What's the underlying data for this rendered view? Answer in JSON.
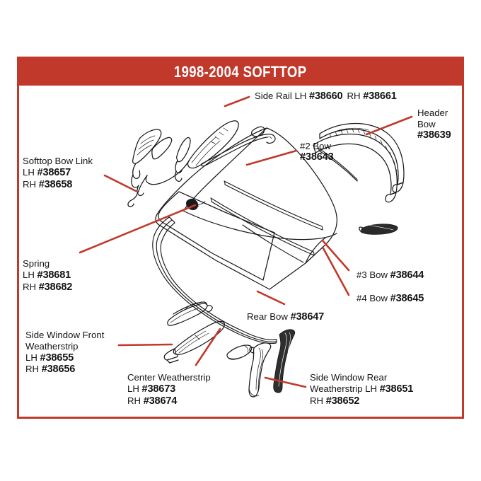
{
  "header": {
    "title": "1998-2004 SOFTTOP",
    "banner_color": "#c0392b",
    "frame_color": "#c0392b"
  },
  "diagram": {
    "leader_line_color": "#c0392b",
    "line_art_color": "#1a1a1a",
    "kind": "exploded parts diagram",
    "subject": "Convertible softtop assembly"
  },
  "labels": [
    {
      "id": "side-rail",
      "name": "Side Rail",
      "lines": [
        {
          "text": "Side Rail LH ",
          "pn": "#38660",
          "text2": "  RH ",
          "pn2": "#38661"
        }
      ]
    },
    {
      "id": "header-bow",
      "name": "Header Bow",
      "lines": [
        {
          "text": "Header"
        },
        {
          "text": "Bow"
        },
        {
          "pn": "#38639"
        }
      ]
    },
    {
      "id": "bow-2",
      "name": "#2 Bow",
      "lines": [
        {
          "text": "#2 Bow"
        },
        {
          "pn": "#38643"
        }
      ]
    },
    {
      "id": "softtop-bow-link",
      "name": "Softtop Bow Link",
      "lines": [
        {
          "text": "Softtop Bow Link"
        },
        {
          "lr": "LH ",
          "pn": "#38657"
        },
        {
          "lr": "RH ",
          "pn": "#38658"
        }
      ]
    },
    {
      "id": "spring",
      "name": "Spring",
      "lines": [
        {
          "text": "Spring"
        },
        {
          "lr": "LH ",
          "pn": "#38681"
        },
        {
          "lr": "RH ",
          "pn": "#38682"
        }
      ]
    },
    {
      "id": "bow-3",
      "name": "#3 Bow",
      "lines": [
        {
          "text": "#3 Bow ",
          "pn": "#38644"
        }
      ]
    },
    {
      "id": "bow-4",
      "name": "#4 Bow",
      "lines": [
        {
          "text": "#4 Bow ",
          "pn": "#38645"
        }
      ]
    },
    {
      "id": "rear-bow",
      "name": "Rear Bow",
      "lines": [
        {
          "text": "Rear Bow ",
          "pn": "#38647"
        }
      ]
    },
    {
      "id": "side-window-front-weatherstrip",
      "name": "Side Window Front Weatherstrip",
      "lines": [
        {
          "text": "Side Window Front"
        },
        {
          "text": "Weatherstrip"
        },
        {
          "lr": "LH ",
          "pn": "#38655"
        },
        {
          "lr": "RH ",
          "pn": "#38656"
        }
      ]
    },
    {
      "id": "center-weatherstrip",
      "name": "Center Weatherstrip",
      "lines": [
        {
          "text": "Center Weatherstrip"
        },
        {
          "lr": "LH ",
          "pn": "#38673"
        },
        {
          "lr": "RH ",
          "pn": "#38674"
        }
      ]
    },
    {
      "id": "side-window-rear-weatherstrip",
      "name": "Side Window Rear Weatherstrip",
      "lines": [
        {
          "text": "Side Window Rear"
        },
        {
          "text": "Weatherstrip LH ",
          "pn": "#38651"
        },
        {
          "lr": "RH ",
          "pn": "#38652"
        }
      ]
    }
  ],
  "text": {
    "side_rail_l1a": "Side Rail LH ",
    "side_rail_pn1": "#38660",
    "side_rail_l1b": "RH ",
    "side_rail_pn2": "#38661",
    "header_bow_l1": "Header",
    "header_bow_l2": "Bow",
    "header_bow_pn": "#38639",
    "bow2_l1": "#2 Bow",
    "bow2_pn": "#38643",
    "bowlink_l1": "Softtop Bow Link",
    "bowlink_lh": "LH ",
    "bowlink_pn_lh": "#38657",
    "bowlink_rh": "RH ",
    "bowlink_pn_rh": "#38658",
    "spring_l1": "Spring",
    "spring_lh": "LH ",
    "spring_pn_lh": "#38681",
    "spring_rh": "RH ",
    "spring_pn_rh": "#38682",
    "bow3_l1": "#3 Bow ",
    "bow3_pn": "#38644",
    "bow4_l1": "#4 Bow ",
    "bow4_pn": "#38645",
    "rearbow_l1": "Rear Bow ",
    "rearbow_pn": "#38647",
    "swfw_l1": "Side Window Front",
    "swfw_l2": "Weatherstrip",
    "swfw_lh": "LH ",
    "swfw_pn_lh": "#38655",
    "swfw_rh": "RH ",
    "swfw_pn_rh": "#38656",
    "cw_l1": "Center Weatherstrip",
    "cw_lh": "LH ",
    "cw_pn_lh": "#38673",
    "cw_rh": "RH ",
    "cw_pn_rh": "#38674",
    "swrw_l1": "Side Window Rear",
    "swrw_l2": "Weatherstrip LH ",
    "swrw_pn_lh": "#38651",
    "swrw_rh": "RH ",
    "swrw_pn_rh": "#38652"
  }
}
